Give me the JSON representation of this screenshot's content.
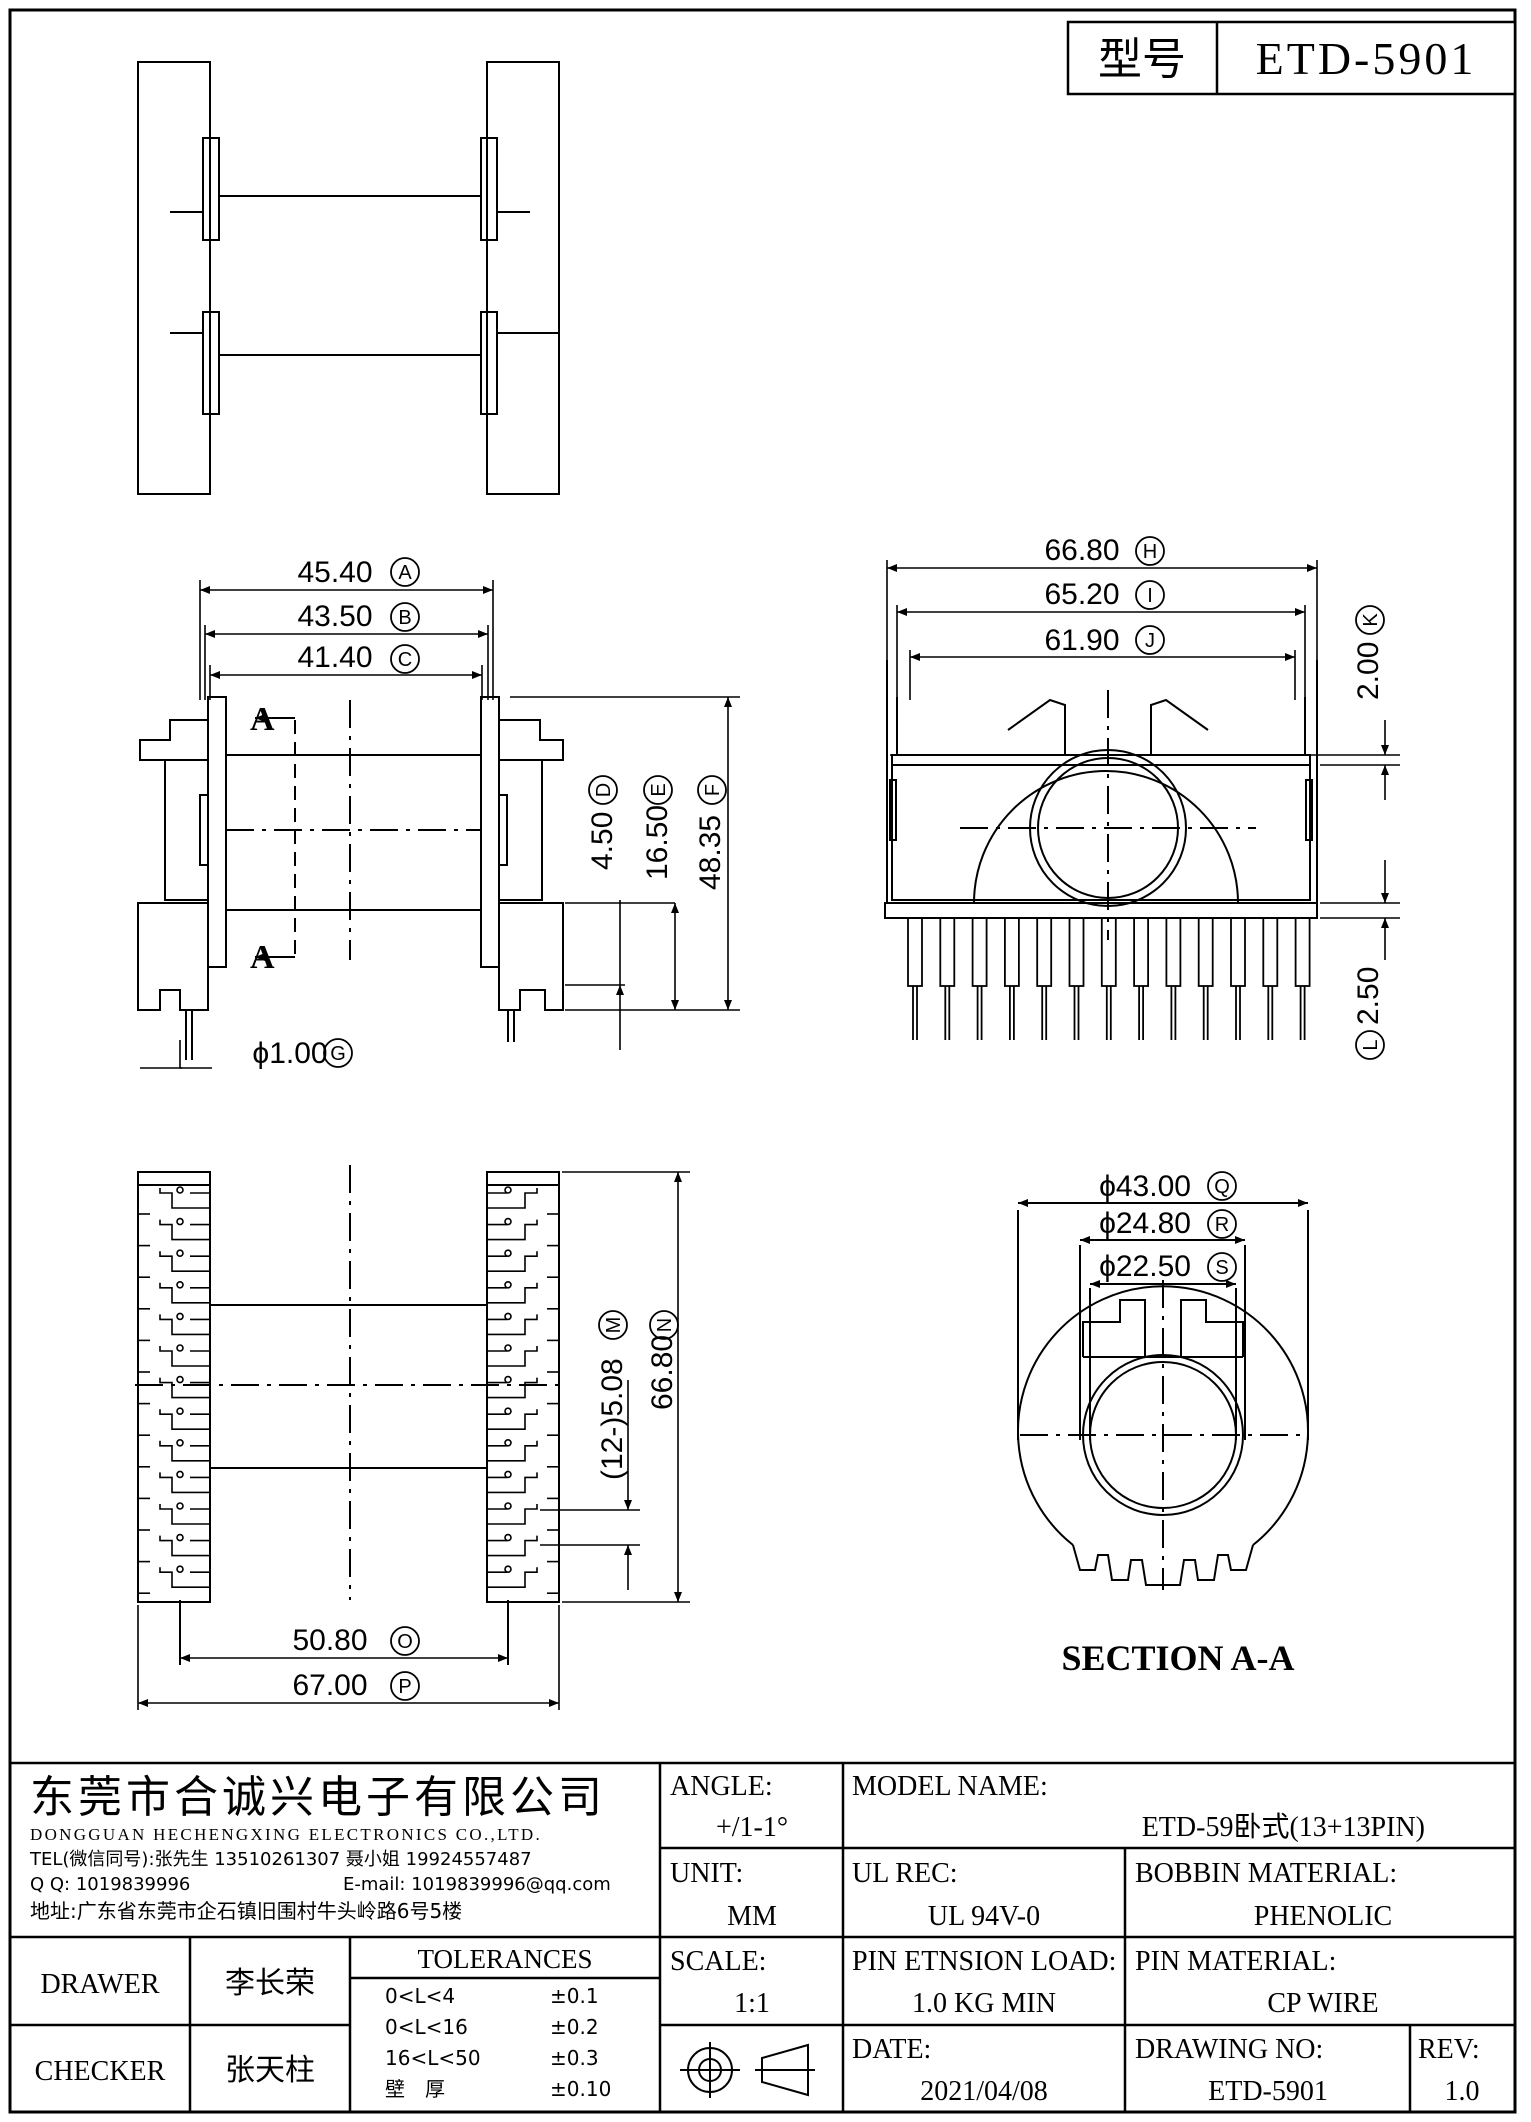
{
  "header": {
    "model_label": "型号",
    "model_value": "ETD-5901"
  },
  "dims": {
    "A": "45.40",
    "B": "43.50",
    "C": "41.40",
    "D": "4.50",
    "E": "16.50",
    "F": "48.35",
    "G": "ϕ1.00",
    "H": "66.80",
    "I": "65.20",
    "J": "61.90",
    "K": "2.00",
    "L": "2.50",
    "M": "(12-)5.08",
    "N": "66.80",
    "O": "50.80",
    "P": "67.00",
    "Q": "ϕ43.00",
    "R": "ϕ24.80",
    "S": "ϕ22.50"
  },
  "markers": [
    "A",
    "B",
    "C",
    "D",
    "E",
    "F",
    "G",
    "H",
    "I",
    "J",
    "K",
    "L",
    "M",
    "N",
    "O",
    "P",
    "Q",
    "R",
    "S"
  ],
  "section": {
    "label": "SECTION A-A",
    "cut": "A"
  },
  "company": {
    "name_cn": "东莞市合诚兴电子有限公司",
    "name_en": "DONGGUAN HECHENGXING ELECTRONICS CO.,LTD.",
    "tel": "TEL(微信同号):张先生 13510261307 聂小姐 19924557487",
    "qq": "Q Q: 1019839996",
    "email": "E-mail: 1019839996@qq.com",
    "address": "地址:广东省东莞市企石镇旧围村牛头岭路6号5楼"
  },
  "title_block": {
    "angle_label": "ANGLE:",
    "angle_value": "+/1-1°",
    "unit_label": "UNIT:",
    "unit_value": "MM",
    "scale_label": "SCALE:",
    "scale_value": "1:1",
    "model_name_label": "MODEL NAME:",
    "model_name_value": "ETD-59卧式(13+13PIN)",
    "ul_label": "UL REC:",
    "ul_value": "UL 94V-0",
    "bobbin_label": "BOBBIN MATERIAL:",
    "bobbin_value": "PHENOLIC",
    "pin_tension_label": "PIN ETNSION LOAD:",
    "pin_tension_value": "1.0 KG MIN",
    "pin_material_label": "PIN MATERIAL:",
    "pin_material_value": "CP WIRE",
    "date_label": "DATE:",
    "date_value": "2021/04/08",
    "drawing_no_label": "DRAWING NO:",
    "drawing_no_value": "ETD-5901",
    "rev_label": "REV:",
    "rev_value": "1.0",
    "drawer_label": "DRAWER",
    "drawer_name": "李长荣",
    "checker_label": "CHECKER",
    "checker_name": "张天柱",
    "tolerances_label": "TOLERANCES",
    "tolerances": [
      {
        "range": "0<L<4",
        "value": "±0.1"
      },
      {
        "range": "0<L<16",
        "value": "±0.2"
      },
      {
        "range": "16<L<50",
        "value": "±0.3"
      },
      {
        "range": "壁　厚",
        "value": "±0.10"
      }
    ]
  }
}
